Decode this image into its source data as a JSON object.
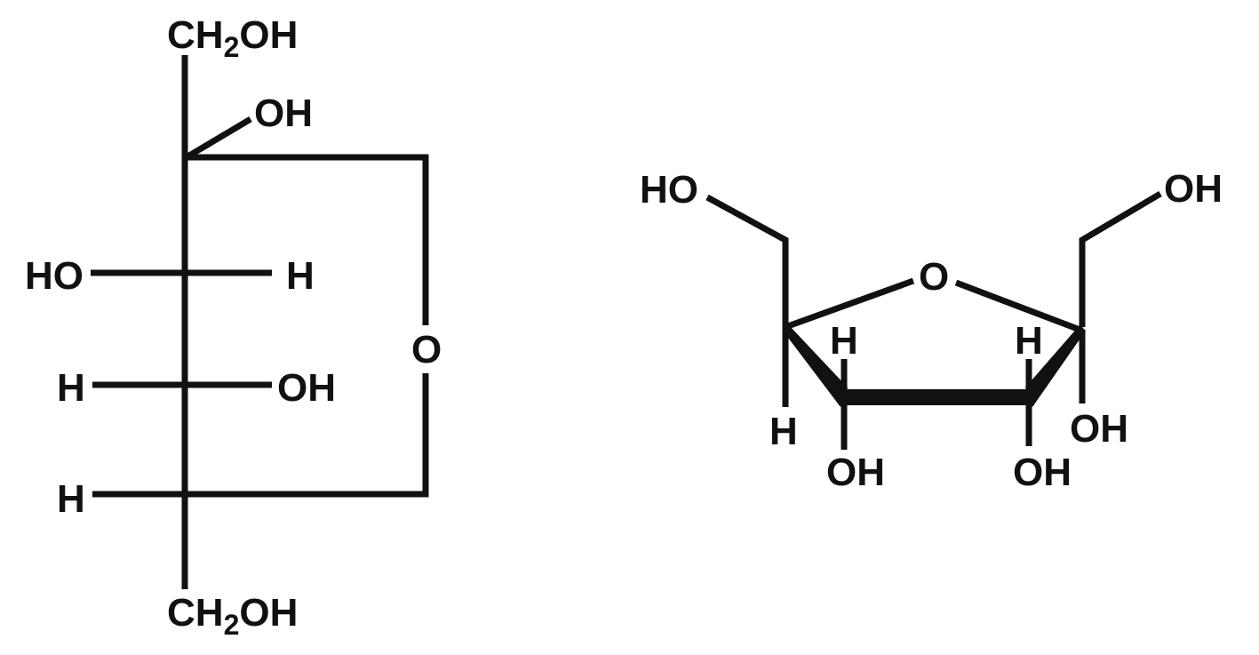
{
  "fischer_projection": {
    "top_group": {
      "main": "CH",
      "sub": "2",
      "tail": "OH"
    },
    "anomeric_oh": "OH",
    "row1": {
      "left": "HO",
      "right": "H"
    },
    "ring_oxygen": "O",
    "row2": {
      "left": "H",
      "right": "OH"
    },
    "row3": {
      "left": "H"
    },
    "bottom_group": {
      "main": "CH",
      "sub": "2",
      "tail": "OH"
    }
  },
  "haworth_projection": {
    "left_ch2oh": "HO",
    "right_ch2oh": "OH",
    "ring_oxygen": "O",
    "c2_h_top": "H",
    "c3_h_top": "H",
    "c5_h_bottom": "H",
    "c2_oh_bottom": "OH",
    "c3_oh_bottom": "OH",
    "c4_oh": "OH"
  }
}
